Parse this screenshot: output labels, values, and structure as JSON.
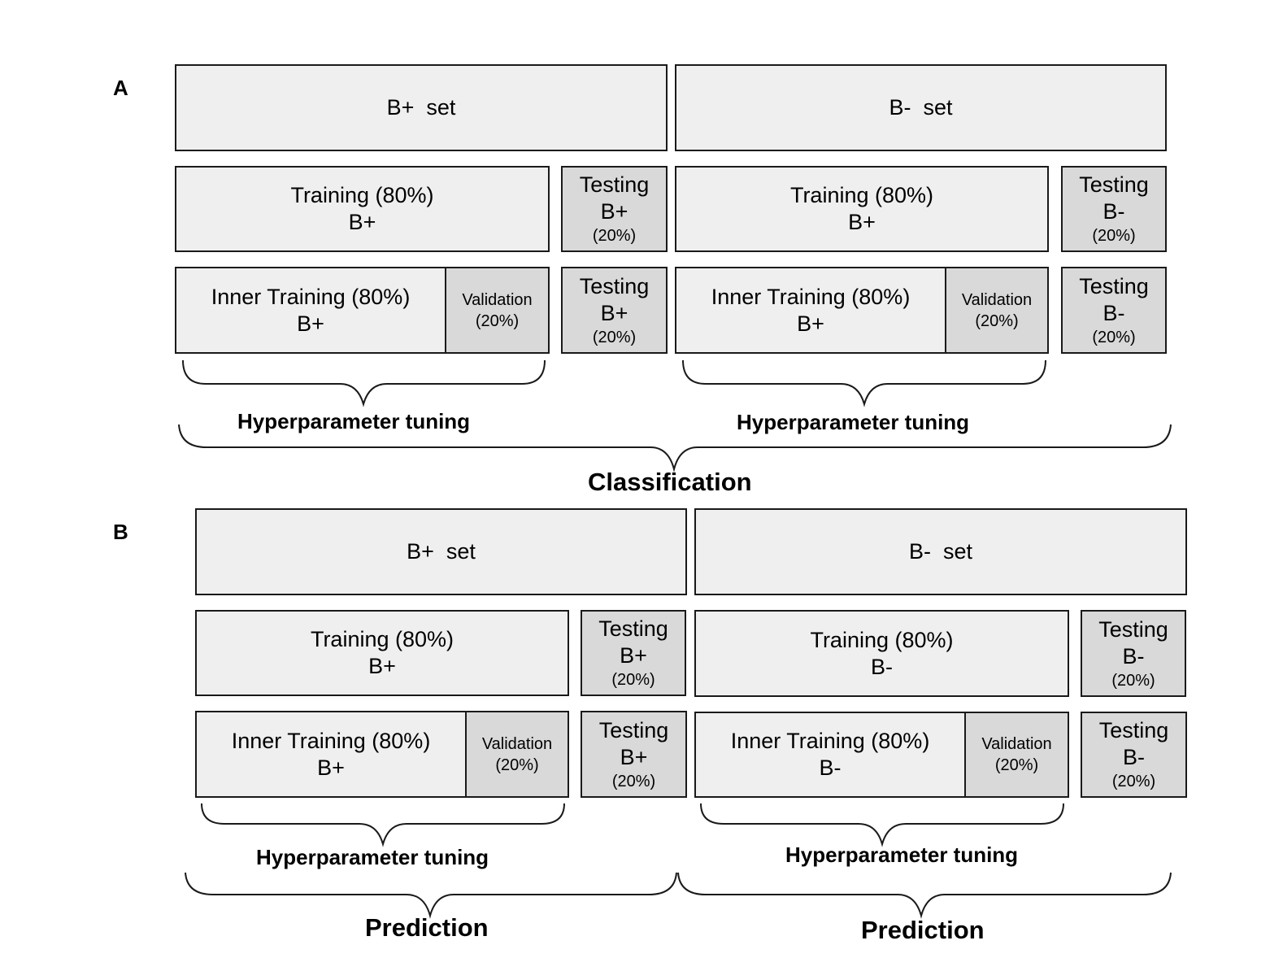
{
  "panel_a": {
    "letter": "A",
    "set_left": "B+  set",
    "set_right": "B-  set",
    "row2": {
      "left_training": {
        "line1": "Training (80%)",
        "line2": "B+"
      },
      "left_testing": {
        "line1": "Testing",
        "line2": "B+",
        "line3": "(20%)"
      },
      "right_training": {
        "line1": "Training (80%)",
        "line2": "B+"
      },
      "right_testing": {
        "line1": "Testing",
        "line2": "B-",
        "line3": "(20%)"
      }
    },
    "row3": {
      "left_inner": {
        "line1": "Inner Training (80%)",
        "line2": "B+"
      },
      "left_validation": {
        "line1": "Validation",
        "line2": "(20%)"
      },
      "left_testing": {
        "line1": "Testing",
        "line2": "B+",
        "line3": "(20%)"
      },
      "right_inner": {
        "line1": "Inner Training (80%)",
        "line2": "B+"
      },
      "right_validation": {
        "line1": "Validation",
        "line2": "(20%)"
      },
      "right_testing": {
        "line1": "Testing",
        "line2": "B-",
        "line3": "(20%)"
      }
    },
    "tuning_left": "Hyperparameter tuning",
    "tuning_right": "Hyperparameter tuning",
    "outcome": "Classification"
  },
  "panel_b": {
    "letter": "B",
    "set_left": "B+  set",
    "set_right": "B-  set",
    "row2": {
      "left_training": {
        "line1": "Training (80%)",
        "line2": "B+"
      },
      "left_testing": {
        "line1": "Testing",
        "line2": "B+",
        "line3": "(20%)"
      },
      "right_training": {
        "line1": "Training (80%)",
        "line2": "B-"
      },
      "right_testing": {
        "line1": "Testing",
        "line2": "B-",
        "line3": "(20%)"
      }
    },
    "row3": {
      "left_inner": {
        "line1": "Inner Training (80%)",
        "line2": "B+"
      },
      "left_validation": {
        "line1": "Validation",
        "line2": "(20%)"
      },
      "left_testing": {
        "line1": "Testing",
        "line2": "B+",
        "line3": "(20%)"
      },
      "right_inner": {
        "line1": "Inner Training (80%)",
        "line2": "B-"
      },
      "right_validation": {
        "line1": "Validation",
        "line2": "(20%)"
      },
      "right_testing": {
        "line1": "Testing",
        "line2": "B-",
        "line3": "(20%)"
      }
    },
    "tuning_left": "Hyperparameter tuning",
    "tuning_right": "Hyperparameter tuning",
    "outcome_left": "Prediction",
    "outcome_right": "Prediction"
  },
  "colors": {
    "box_light": "#efefef",
    "box_dark": "#d9d9d9",
    "border": "#1a1a1a"
  }
}
